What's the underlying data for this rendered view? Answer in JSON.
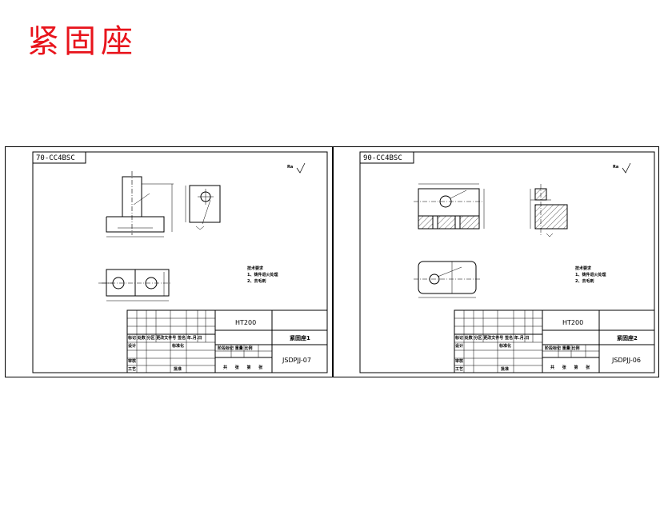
{
  "page_title": "紧固座",
  "colors": {
    "title": "#e8141c",
    "line": "#000000",
    "background": "#ffffff"
  },
  "sheets": [
    {
      "code": "70-CC4BSC",
      "roughness": "Ra",
      "material": "HT200",
      "part_name": "紧固座1",
      "drawing_no": "JSDPJJ-07",
      "notes": [
        "技术要求",
        "1、铸件退火处理",
        "2、去毛刺"
      ],
      "tb_labels": {
        "r1": [
          "标记",
          "处数",
          "分区",
          "更改文件号",
          "签名",
          "年.月.日"
        ],
        "r2_left": "设计",
        "r2_mid": "标准化",
        "r3_left": "审核",
        "r4_left": "工艺",
        "r4_mid": "批准",
        "stage": [
          "阶段标记",
          "重量",
          "比例"
        ],
        "sheets": [
          "共",
          "张",
          "第",
          "张"
        ]
      }
    },
    {
      "code": "90-CC4BSC",
      "roughness": "Ra",
      "material": "HT200",
      "part_name": "紧固座2",
      "drawing_no": "JSDPJJ-06",
      "notes": [
        "技术要求",
        "1、铸件退火处理",
        "2、去毛刺"
      ],
      "tb_labels": {
        "r1": [
          "标记",
          "处数",
          "分区",
          "更改文件号",
          "签名",
          "年.月.日"
        ],
        "r2_left": "设计",
        "r2_mid": "标准化",
        "r3_left": "审核",
        "r4_left": "工艺",
        "r4_mid": "批准",
        "stage": [
          "阶段标记",
          "重量",
          "比例"
        ],
        "sheets": [
          "共",
          "张",
          "第",
          "张"
        ]
      }
    }
  ]
}
